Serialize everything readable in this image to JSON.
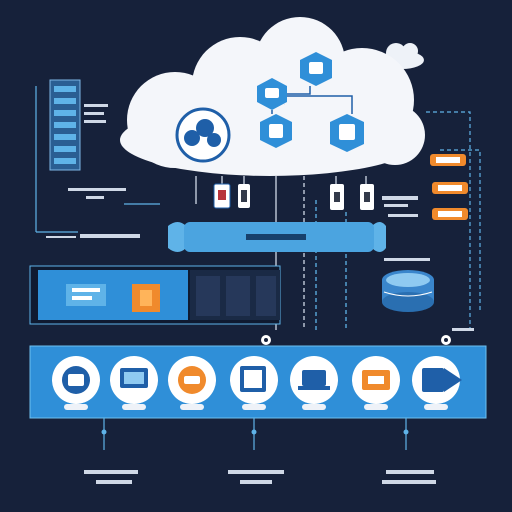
{
  "diagram": {
    "labels": {
      "left_label_1": "",
      "left_label_2": "",
      "left_label_3": "",
      "right_label_1": "",
      "right_label_2": "",
      "banner_label": "",
      "bottom_label_1a": "",
      "bottom_label_1b": "",
      "bottom_label_2a": "",
      "bottom_label_2b": "",
      "bottom_label_3a": "",
      "bottom_label_3b": ""
    },
    "nodes": [
      "cloud-main",
      "cloud-small",
      "server-rack",
      "data-center-panel",
      "storage-drum",
      "service-banner"
    ],
    "bottom_icons": [
      "cloud-device-icon",
      "monitor-icon",
      "orange-service-icon",
      "document-icon",
      "laptop-icon",
      "box-icon",
      "arrow-flag-icon"
    ],
    "colors": {
      "background": "#16213a",
      "cloud": "#f4f6fa",
      "accent_blue": "#2f8fd8",
      "light_blue": "#5fb3e8",
      "orange": "#f08a2c"
    }
  }
}
